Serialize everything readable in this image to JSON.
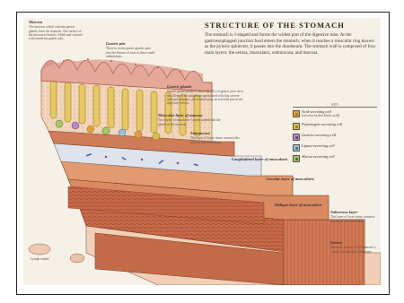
{
  "title": "STRUCTURE OF THE STOMACH",
  "intro": "The stomach is J-shaped and forms the widest part of the digestive tube. At the gastroesophageal junction food enters the stomach; when it reaches a muscular ring known as the pyloric sphincter, it passes into the duodenum. The stomach wall is composed of four main layers: the serosa, muscularis, submucosa, and mucosa.",
  "labels": {
    "mucosa": {
      "title": "Mucosa",
      "text": "The mucosa, which contains gastric glands, lines the stomach. The surface of the mucosa is heavily folded and covered with numerous gastric pits."
    },
    "gastric_pits": {
      "title": "Gastric pits",
      "text": "Three to seven gastric glands open into the bottom of each of these small indentations."
    },
    "gastric_glands": {
      "title": "Gastric glands",
      "text": "Gastric glands produce about 3pt (2L) of gastric juice each day. Deep in the glands are specialized cells that secrete acid and enzymes, all of which play an essential part in the digestive process."
    },
    "muscular_mucosa": {
      "title": "Muscular layer of mucosa",
      "text": "Two layers of muscle are located underneath the glands of the mucosa."
    },
    "submucosa": {
      "title": "Submucosa",
      "text": "This layer of loose tissue connects the mucosa and muscularis."
    },
    "longitudinal": {
      "title": "Longitudinal layer of muscularis",
      "text": ""
    },
    "circular": {
      "title": "Circular layer of muscularis",
      "text": ""
    },
    "oblique": {
      "title": "Oblique layer of muscularis",
      "text": ""
    },
    "subserous": {
      "title": "Subserous layer",
      "text": "This layer of loose tissue connects the serosa and muscularis."
    },
    "serosa": {
      "title": "Serosa",
      "text": "The outer surface of the stomach is coated with this thin membrane."
    },
    "lymph": {
      "title": "Lymph nodule",
      "text": ""
    }
  },
  "key": {
    "header": "KEY",
    "items": [
      {
        "label": "Acid-secreting cell",
        "sub": "(secretes hydrochloric acid)",
        "color": "#e0a040",
        "dot": "#b36a1c"
      },
      {
        "label": "Pepsinogen-secreting cell",
        "sub": "",
        "color": "#d8c24a",
        "dot": "#8a7a20"
      },
      {
        "label": "Gastrin-secreting cell",
        "sub": "",
        "color": "#b48ac6",
        "dot": "#6a3a80"
      },
      {
        "label": "Lipase-secreting cell",
        "sub": "",
        "color": "#9cc4d8",
        "dot": "#3a6a8a"
      },
      {
        "label": "Mucus-secreting cell",
        "sub": "",
        "color": "#a8c86a",
        "dot": "#4a6a20"
      }
    ]
  },
  "colors": {
    "mucosa_top": "#e8b0a0",
    "mucosa_fold": "#d98878",
    "gland": "#e8c860",
    "lamina": "#f0d2b8",
    "muscle": "#c86a4a",
    "muscle_dark": "#a84a30",
    "submucosa": "#dfe2ea"
  }
}
